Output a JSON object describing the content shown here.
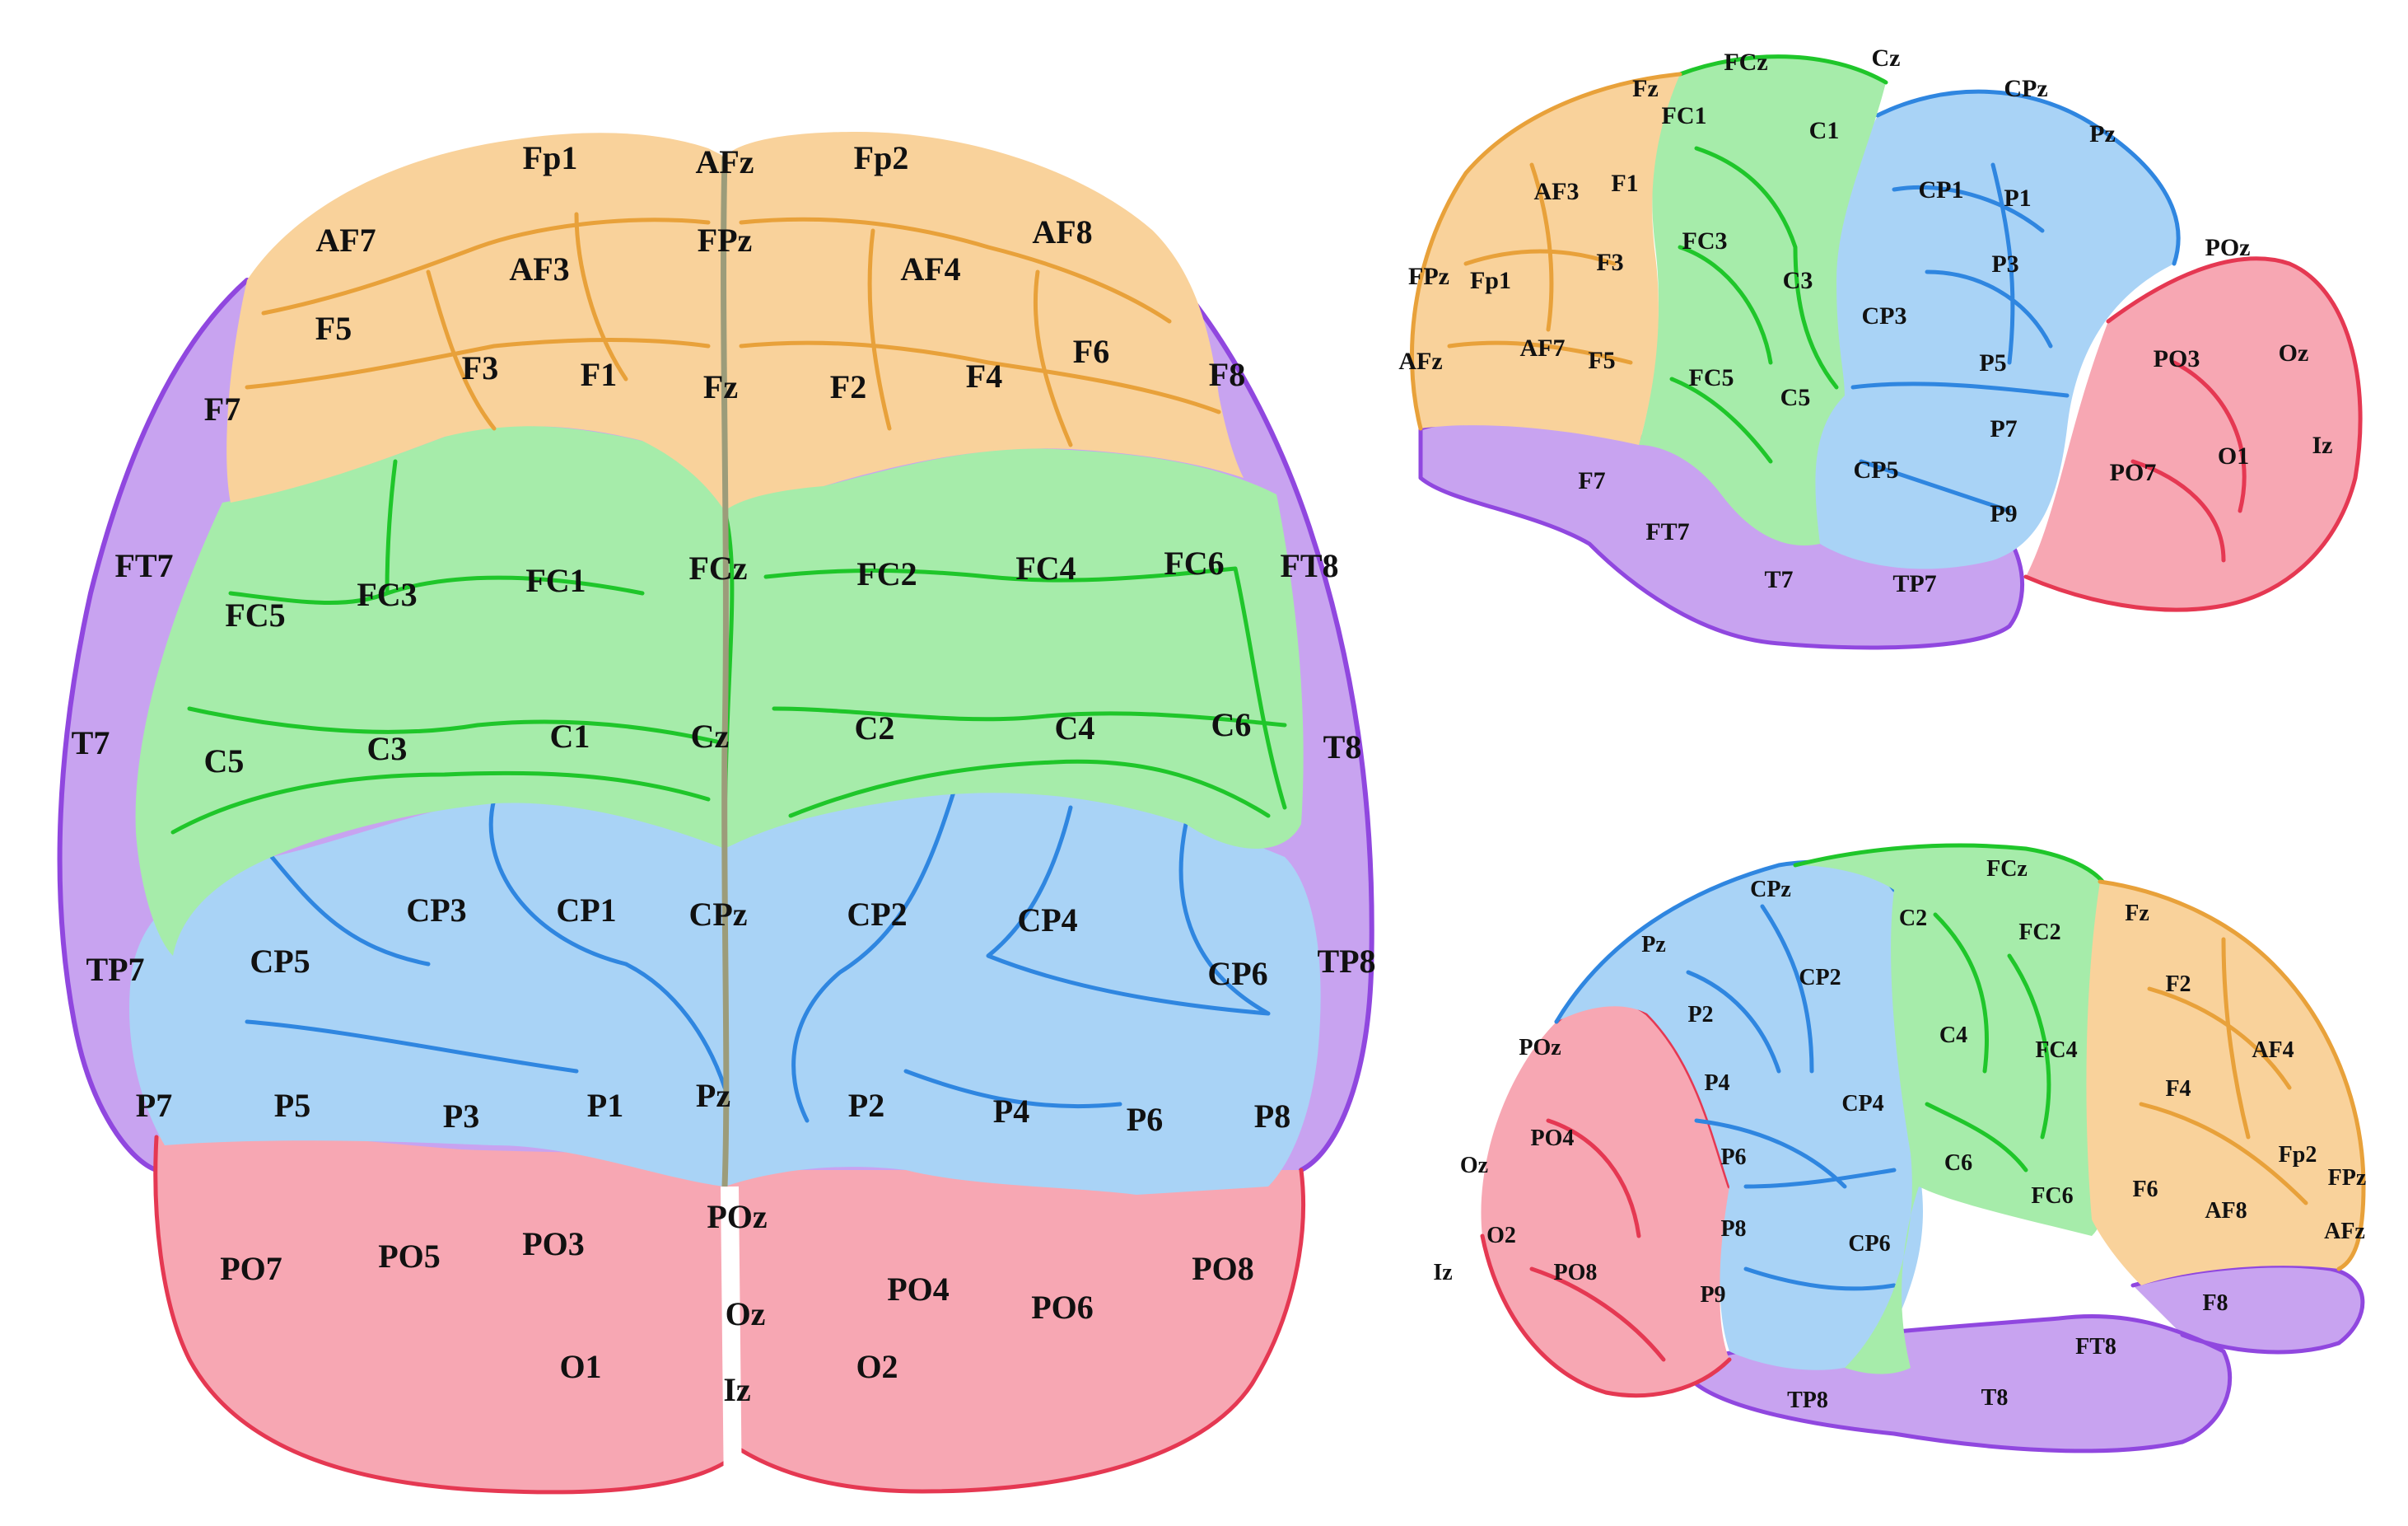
{
  "colors": {
    "frontal": "#f9d29b",
    "frontal_edge": "#e8a13a",
    "central": "#a6ecaa",
    "central_edge": "#1fc62a",
    "parietal": "#a9d3f6",
    "parietal_edge": "#2f86e0",
    "occipital": "#f7a7b3",
    "occipital_edge": "#e53852",
    "temporal": "#c8a3f0",
    "temporal_edge": "#9047df",
    "midline": "#9c9c7a"
  },
  "top_view": {
    "labels": {
      "Fp1": "Fp1",
      "AFz": "AFz",
      "Fp2": "Fp2",
      "AF7": "AF7",
      "FPz": "FPz",
      "AF8": "AF8",
      "AF3": "AF3",
      "AF4": "AF4",
      "F5": "F5",
      "F6": "F6",
      "F7": "F7",
      "F8": "F8",
      "F3": "F3",
      "F1": "F1",
      "Fz": "Fz",
      "F2": "F2",
      "F4": "F4",
      "FT7": "FT7",
      "FT8": "FT8",
      "FC5": "FC5",
      "FC3": "FC3",
      "FC1": "FC1",
      "FCz": "FCz",
      "FC2": "FC2",
      "FC4": "FC4",
      "FC6": "FC6",
      "T7": "T7",
      "T8": "T8",
      "C5": "C5",
      "C3": "C3",
      "C1": "C1",
      "Cz": "Cz",
      "C2": "C2",
      "C4": "C4",
      "C6": "C6",
      "TP7": "TP7",
      "TP8": "TP8",
      "CP5": "CP5",
      "CP3": "CP3",
      "CP1": "CP1",
      "CPz": "CPz",
      "CP2": "CP2",
      "CP4": "CP4",
      "CP6": "CP6",
      "P7": "P7",
      "P5": "P5",
      "P3": "P3",
      "P1": "P1",
      "Pz": "Pz",
      "P2": "P2",
      "P4": "P4",
      "P6": "P6",
      "P8": "P8",
      "POz": "POz",
      "PO7": "PO7",
      "PO5": "PO5",
      "PO3": "PO3",
      "PO4": "PO4",
      "PO6": "PO6",
      "PO8": "PO8",
      "Oz": "Oz",
      "O1": "O1",
      "O2": "O2",
      "Iz": "Iz"
    }
  },
  "left_view": {
    "labels": {
      "FCz": "FCz",
      "Cz": "Cz",
      "Fz": "Fz",
      "CPz": "CPz",
      "FC1": "FC1",
      "C1": "C1",
      "Pz": "Pz",
      "AF3": "AF3",
      "F1": "F1",
      "CP1": "CP1",
      "P1": "P1",
      "FC3": "FC3",
      "F3": "F3",
      "P3": "P3",
      "POz": "POz",
      "FPz": "FPz",
      "Fp1": "Fp1",
      "C3": "C3",
      "CP3": "CP3",
      "AF7": "AF7",
      "F5": "F5",
      "AFz": "AFz",
      "P5": "P5",
      "PO3": "PO3",
      "Oz": "Oz",
      "FC5": "FC5",
      "C5": "C5",
      "P7": "P7",
      "Iz": "Iz",
      "O1": "O1",
      "CP5": "CP5",
      "PO7": "PO7",
      "F7": "F7",
      "P9": "P9",
      "FT7": "FT7",
      "T7": "T7",
      "TP7": "TP7"
    }
  },
  "right_view": {
    "labels": {
      "FCz": "FCz",
      "CPz": "CPz",
      "Fz": "Fz",
      "C2": "C2",
      "FC2": "FC2",
      "Pz": "Pz",
      "CP2": "CP2",
      "F2": "F2",
      "P2": "P2",
      "POz": "POz",
      "C4": "C4",
      "FC4": "FC4",
      "AF4": "AF4",
      "P4": "P4",
      "F4": "F4",
      "PO4": "PO4",
      "CP4": "CP4",
      "Oz": "Oz",
      "P6": "P6",
      "C6": "C6",
      "Fp2": "Fp2",
      "FPz": "FPz",
      "F6": "F6",
      "FC6": "FC6",
      "AF8": "AF8",
      "O2": "O2",
      "P8": "P8",
      "CP6": "CP6",
      "AFz": "AFz",
      "Iz": "Iz",
      "PO8": "PO8",
      "P9": "P9",
      "F8": "F8",
      "FT8": "FT8",
      "TP8": "TP8",
      "T8": "T8"
    }
  }
}
